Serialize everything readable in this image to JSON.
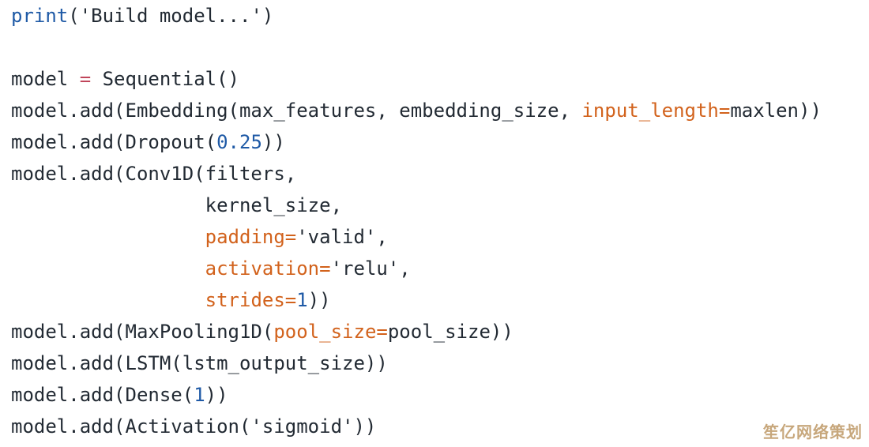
{
  "code_lines": [
    [
      [
        "print",
        "builtin"
      ],
      [
        "('Build model...')",
        "plain"
      ]
    ],
    [],
    [
      [
        "model ",
        "plain"
      ],
      [
        "=",
        "op"
      ],
      [
        " Sequential()",
        "plain"
      ]
    ],
    [
      [
        "model.add(Embedding(max_features, embedding_size, ",
        "plain"
      ],
      [
        "input_length=",
        "kw"
      ],
      [
        "maxlen))",
        "plain"
      ]
    ],
    [
      [
        "model.add(Dropout(",
        "plain"
      ],
      [
        "0.25",
        "num"
      ],
      [
        "))",
        "plain"
      ]
    ],
    [
      [
        "model.add(Conv1D(filters,",
        "plain"
      ]
    ],
    [
      [
        "                 kernel_size,",
        "plain"
      ]
    ],
    [
      [
        "                 ",
        "plain"
      ],
      [
        "padding=",
        "kw"
      ],
      [
        "'valid',",
        "plain"
      ]
    ],
    [
      [
        "                 ",
        "plain"
      ],
      [
        "activation=",
        "kw"
      ],
      [
        "'relu',",
        "plain"
      ]
    ],
    [
      [
        "                 ",
        "plain"
      ],
      [
        "strides=",
        "kw"
      ],
      [
        "1",
        "num"
      ],
      [
        "))",
        "plain"
      ]
    ],
    [
      [
        "model.add(MaxPooling1D(",
        "plain"
      ],
      [
        "pool_size=",
        "kw"
      ],
      [
        "pool_size))",
        "plain"
      ]
    ],
    [
      [
        "model.add(LSTM(lstm_output_size))",
        "plain"
      ]
    ],
    [
      [
        "model.add(Dense(",
        "plain"
      ],
      [
        "1",
        "num"
      ],
      [
        "))",
        "plain"
      ]
    ],
    [
      [
        "model.add(Activation('sigmoid'))",
        "plain"
      ]
    ]
  ],
  "watermark": "笙亿网络策划",
  "colors": {
    "builtin": "#1f5aa6",
    "keyword_arg": "#d2621c",
    "operator": "#c0455a",
    "number": "#1f5aa6",
    "text": "#222a33"
  }
}
